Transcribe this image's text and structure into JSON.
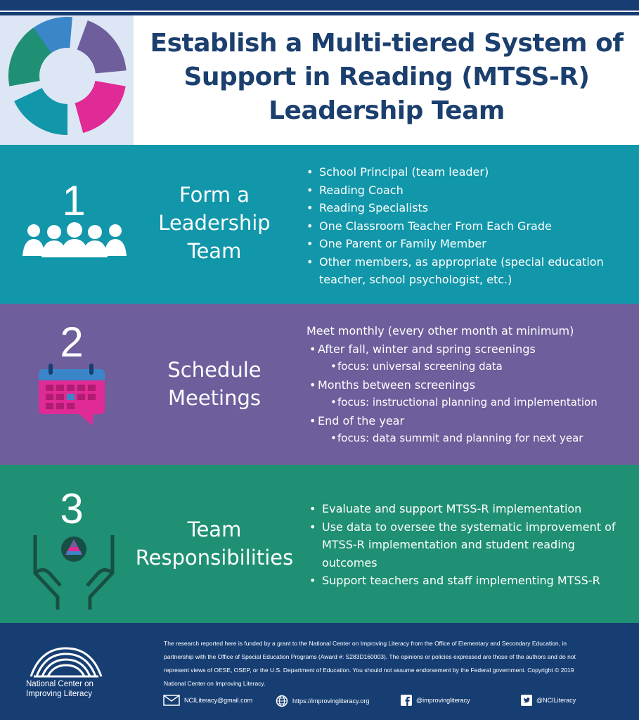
{
  "title_lines": [
    "Establish a Multi-tiered System of",
    "Support in Reading (MTSS-R)",
    "Leadership Team"
  ],
  "colors": {
    "navy": "#173e73",
    "teal": "#1297aa",
    "purple": "#6e5e9c",
    "green": "#1f9073",
    "magenta": "#e02a95"
  },
  "sections": [
    {
      "number": "1",
      "heading_lines": [
        "Form a",
        "Leadership",
        "Team"
      ],
      "icon": "people-group-icon",
      "items": [
        "School Principal (team leader)",
        "Reading Coach",
        "Reading Specialists",
        "One Classroom Teacher From Each Grade",
        "One Parent or Family Member",
        "Other members, as appropriate (special education teacher, school psychologist, etc.)"
      ]
    },
    {
      "number": "2",
      "heading_lines": [
        "Schedule",
        "Meetings"
      ],
      "icon": "calendar-icon",
      "intro": "Meet monthly (every other month at minimum)",
      "items": [
        {
          "label": "After fall, winter and spring screenings",
          "focus": "focus: universal screening data"
        },
        {
          "label": "Months between screenings",
          "focus": "focus: instructional planning and implementation"
        },
        {
          "label": "End of the year",
          "focus": "focus: data summit and planning for next year"
        }
      ]
    },
    {
      "number": "3",
      "heading_lines": [
        "Team",
        "Responsibilities"
      ],
      "icon": "hands-pyramid-icon",
      "items": [
        "Evaluate and support MTSS-R implementation",
        "Use data to oversee the systematic improvement of MTSS-R implementation and student reading outcomes",
        "Support teachers and staff implementing MTSS-R"
      ]
    }
  ],
  "footer": {
    "org_lines": [
      "National Center on",
      "Improving Literacy"
    ],
    "disclaimer": "The research reported here is funded by a grant to the National Center on Improving Literacy from the Office of Elementary and Secondary Education, in partnership with the Office of Special Education Programs (Award #: S283D160003). The opinions or policies expressed are those of the authors and do not represent views of OESE, OSEP, or the U.S. Department of Education. You should not assume endorsement by the Federal government. Copyright © 2019 National Center on Improving Literacy.",
    "email": "NCILiteracy@gmail.com",
    "website": "https://improvingliteracy.org",
    "facebook": "@improvingliteracy",
    "twitter": "@NCILiteracy"
  }
}
